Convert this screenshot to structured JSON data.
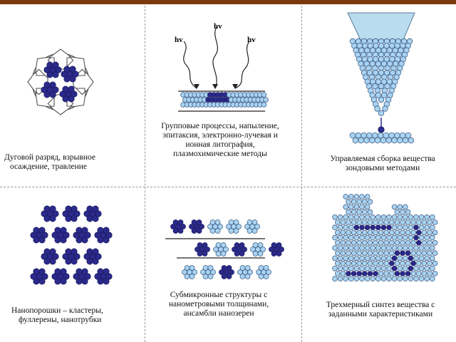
{
  "panels": [
    {
      "id": "arc",
      "caption": [
        "Дуговой разряд, взрывное",
        "осаждение, травление"
      ]
    },
    {
      "id": "group",
      "hv_label": "hv",
      "caption": [
        "Групповые процессы, напыление,",
        "эпитаксия, электронно-лучевая и",
        "ионная литография,",
        "плазмохимические методы"
      ]
    },
    {
      "id": "probe",
      "caption": [
        "Управляемая сборка вещества",
        "зондовыми методами"
      ]
    },
    {
      "id": "powder",
      "caption": [
        "Нанопорошки – кластеры,",
        "фуллерены, нанотрубки"
      ]
    },
    {
      "id": "submicron",
      "caption": [
        "Субмикронные структуры с",
        "нанометровыми толщинами,",
        "ансамбли нанозерен"
      ]
    },
    {
      "id": "synth3d",
      "caption": [
        "Трехмерный синтез вещества с",
        "заданными характеристиками"
      ]
    }
  ],
  "colors": {
    "light": "#a9d3f2",
    "dark": "#2b2a8c",
    "outline": "#3f5f86",
    "bar": "#7a3a10"
  }
}
